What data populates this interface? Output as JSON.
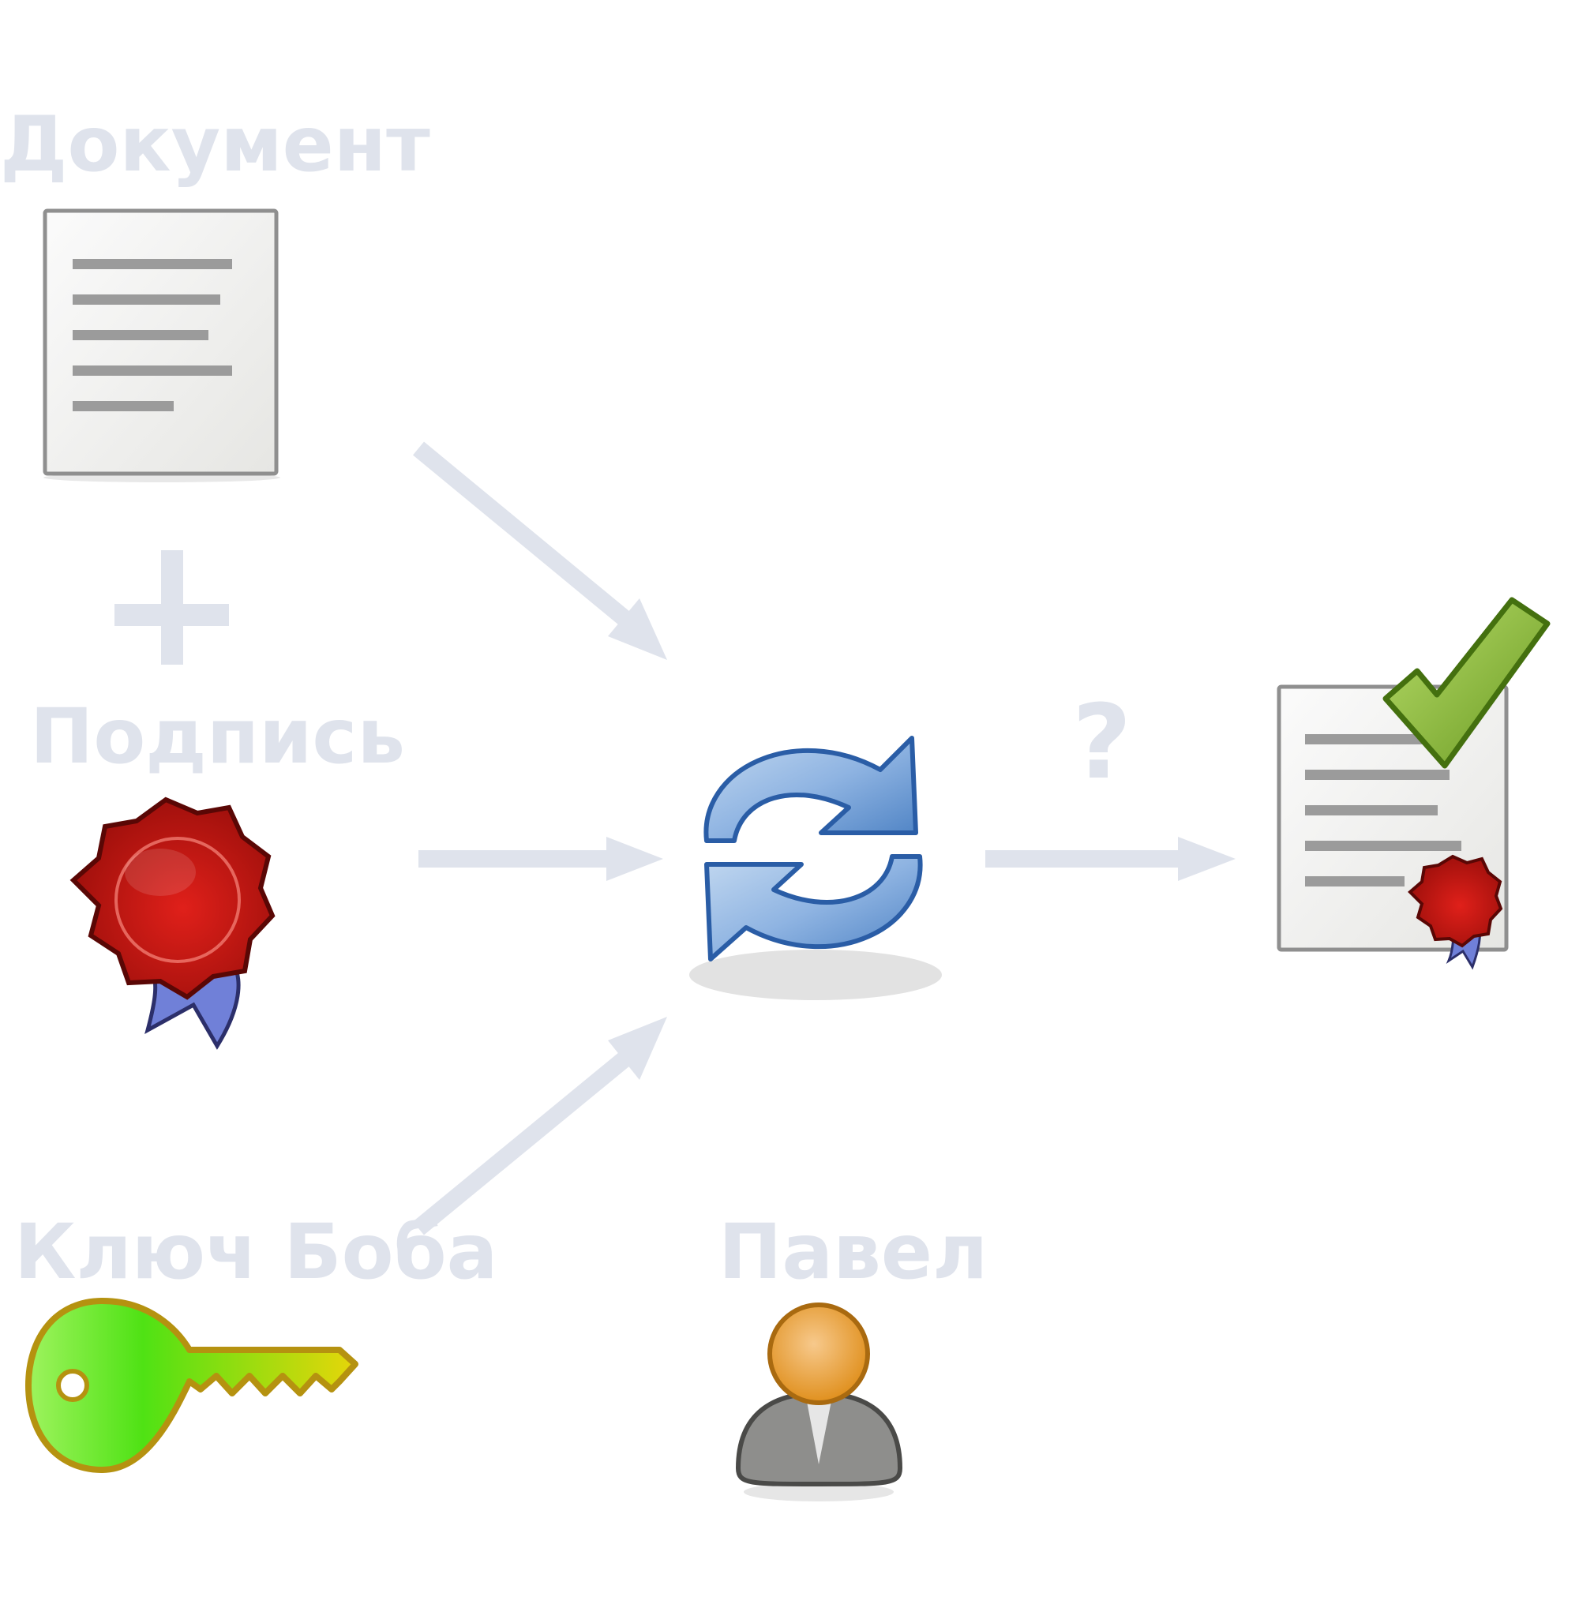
{
  "labels": {
    "document": "Документ",
    "signature": "Подпись",
    "key": "Ключ Боба",
    "person": "Павел",
    "question": "?"
  },
  "icons": {
    "document": "document-icon",
    "signature": "wax-seal-icon",
    "key": "key-icon",
    "process": "refresh-icon",
    "person": "user-icon",
    "result": "signed-document-check-icon",
    "plus": "plus-icon"
  },
  "colors": {
    "label": "#dfe3ec",
    "arrow": "#dfe3ec",
    "seal": "#c0150f",
    "ribbon": "#6f7fd6",
    "key_start": "#62e632",
    "key_end": "#dcd20a",
    "refresh": "#5b8fca",
    "check": "#86b83a",
    "person_head": "#e89a27",
    "person_body": "#8c8c8a"
  }
}
